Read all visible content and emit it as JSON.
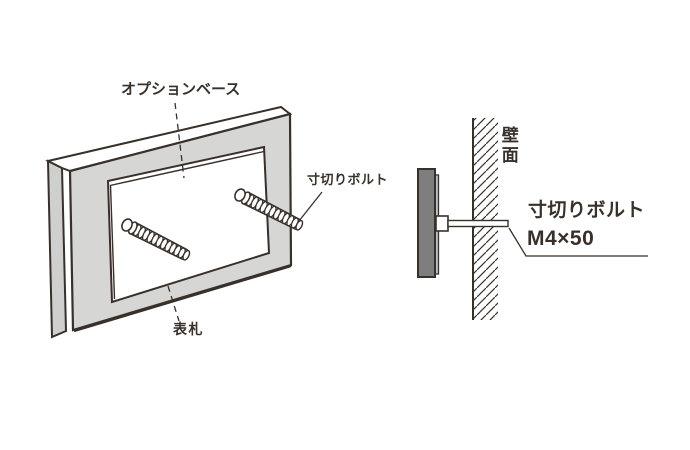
{
  "perspective_view": {
    "option_base_label": "オプションベース",
    "bolt_label": "寸切りボルト",
    "nameplate_label": "表札"
  },
  "side_view": {
    "wall_label": "壁面",
    "bolt_spec_label": "寸切りボルト",
    "bolt_spec_size": "M4×50"
  },
  "colors": {
    "line": "#38302a",
    "frame_face": "#d6d6d4",
    "frame_side": "#cfcfcd",
    "plate": "#7e7e7e",
    "base_edge": "#c2c2c0",
    "background": "#ffffff"
  }
}
